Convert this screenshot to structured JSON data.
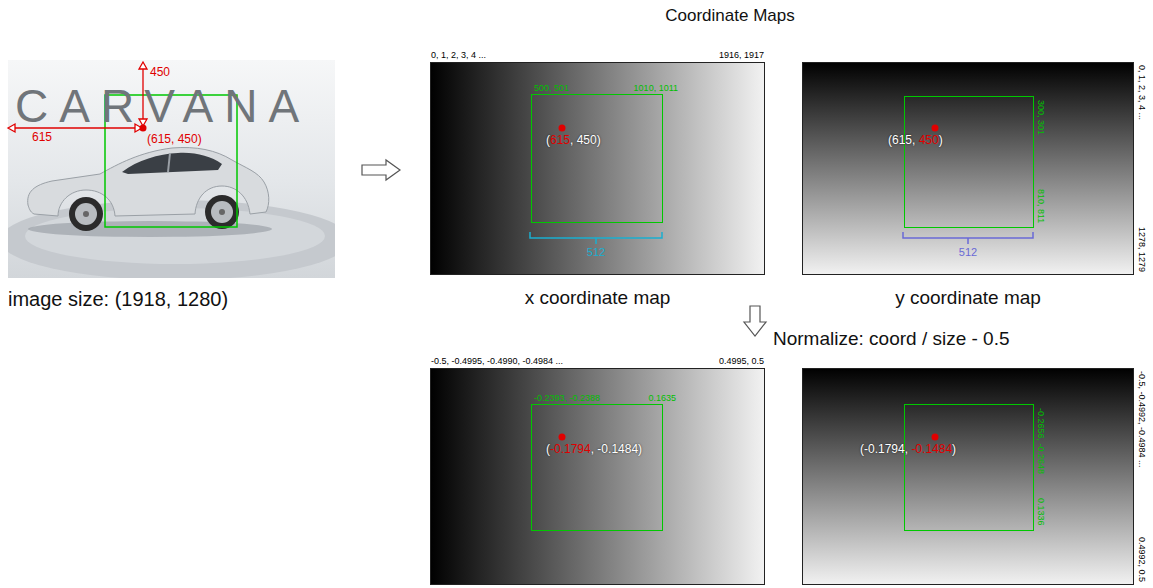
{
  "diagram": {
    "title": "Coordinate Maps",
    "nodes": [
      {
        "text": [
          "image size: (1918, 1280)"
        ]
      },
      {
        "text": [
          "x coordinate map",
          "0, 1, 2, 3, 4 ...",
          "1916, 1917"
        ]
      },
      {
        "text": [
          "500, 501",
          "1010, 1011"
        ],
        "in": 1
      },
      {
        "text": [
          "y coordinate map",
          "0, 1, 2, 3, 4 ...",
          "1278, 1279"
        ]
      },
      {
        "text": [
          "300, 301",
          "810, 811"
        ],
        "in": 3
      },
      {
        "text": [
          "-0.5, -0.4995, -0.4990, -0.4984 ...",
          "0.4995, 0.5"
        ]
      },
      {
        "text": [
          "-0.2393, -0.2388",
          "0.1635"
        ],
        "in": 5
      },
      {
        "text": [
          "-0.5, -0.4992, -0.4984 ...",
          "0.4992, 0.5"
        ]
      },
      {
        "text": [
          "-0.2656, -0.2648",
          "0.1336"
        ],
        "in": 7
      }
    ],
    "edges": [
      {
        "from": 0,
        "to": 1,
        "arrow": "to"
      }
    ],
    "labels": [
      "CARVANA",
      "450",
      "615",
      "(615, 450)",
      "(",
      "615",
      ", 450)",
      "512",
      "(615, ",
      "450",
      ")",
      "512",
      "Normalize: coord / size - 0.5",
      "(",
      "-0.1794",
      ", -0.1484)",
      "(-0.1794, ",
      "-0.1484",
      ")"
    ]
  }
}
